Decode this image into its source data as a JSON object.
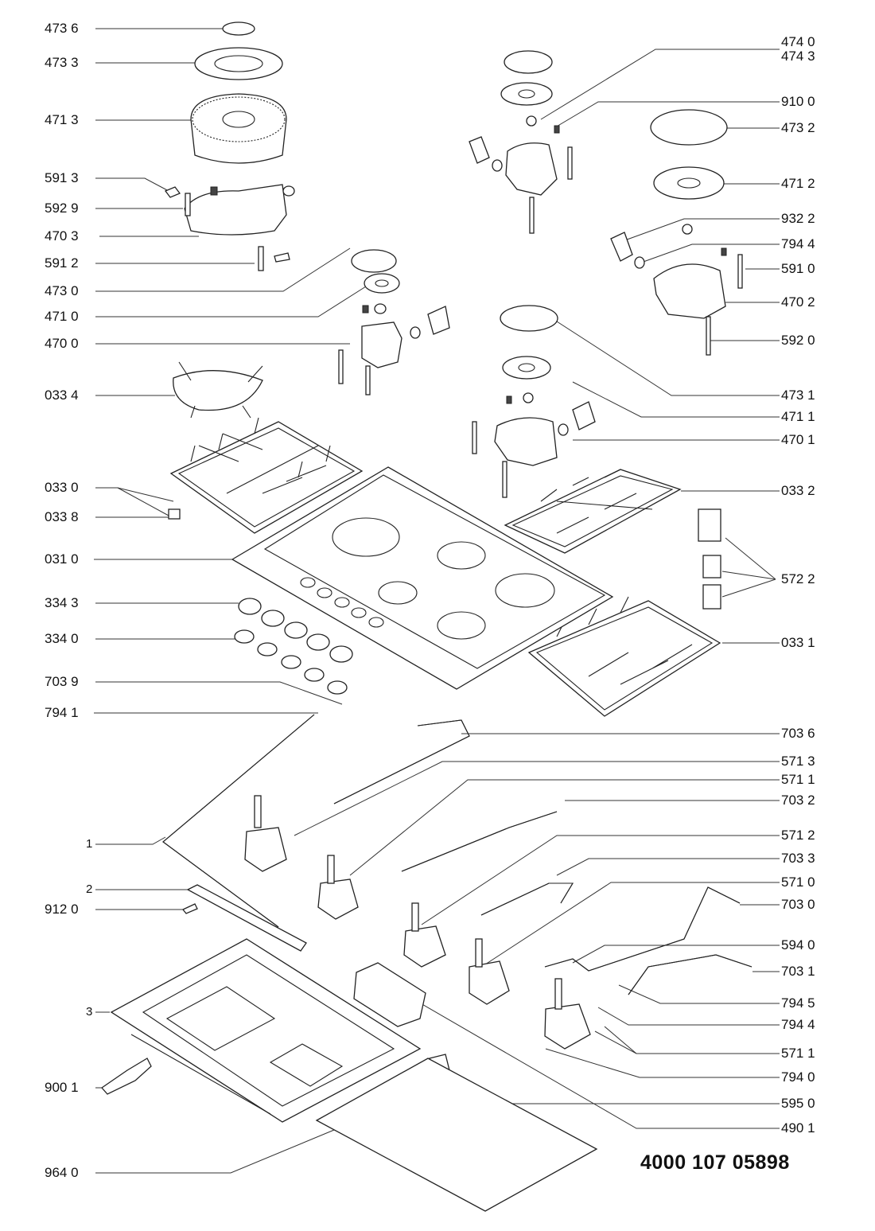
{
  "document": {
    "type": "exploded parts diagram",
    "subject": "gas hob",
    "document_number": "4000 107 05898"
  },
  "left_labels": [
    {
      "id": "473-6",
      "text": "473 6"
    },
    {
      "id": "473-3",
      "text": "473 3"
    },
    {
      "id": "471-3",
      "text": "471 3"
    },
    {
      "id": "591-3",
      "text": "591 3"
    },
    {
      "id": "592-9",
      "text": "592 9"
    },
    {
      "id": "470-3",
      "text": "470 3"
    },
    {
      "id": "591-2",
      "text": "591 2"
    },
    {
      "id": "473-0",
      "text": "473 0"
    },
    {
      "id": "471-0",
      "text": "471 0"
    },
    {
      "id": "470-0",
      "text": "470 0"
    },
    {
      "id": "033-4",
      "text": "033 4"
    },
    {
      "id": "033-0",
      "text": "033 0"
    },
    {
      "id": "033-8",
      "text": "033 8"
    },
    {
      "id": "031-0",
      "text": "031 0"
    },
    {
      "id": "334-3",
      "text": "334 3"
    },
    {
      "id": "334-0",
      "text": "334 0"
    },
    {
      "id": "703-9",
      "text": "703 9"
    },
    {
      "id": "794-1",
      "text": "794 1"
    },
    {
      "id": "1",
      "text": "1"
    },
    {
      "id": "2",
      "text": "2"
    },
    {
      "id": "912-0",
      "text": "912 0"
    },
    {
      "id": "3",
      "text": "3"
    },
    {
      "id": "900-1",
      "text": "900 1"
    },
    {
      "id": "964-0",
      "text": "964 0"
    }
  ],
  "right_labels": [
    {
      "id": "474-0",
      "text": "474 0"
    },
    {
      "id": "474-3",
      "text": "474 3"
    },
    {
      "id": "910-0",
      "text": "910 0"
    },
    {
      "id": "473-2",
      "text": "473 2"
    },
    {
      "id": "471-2",
      "text": "471 2"
    },
    {
      "id": "932-2",
      "text": "932 2"
    },
    {
      "id": "794-4a",
      "text": "794 4"
    },
    {
      "id": "591-0",
      "text": "591 0"
    },
    {
      "id": "470-2",
      "text": "470 2"
    },
    {
      "id": "592-0",
      "text": "592 0"
    },
    {
      "id": "473-1",
      "text": "473 1"
    },
    {
      "id": "471-1a",
      "text": "471 1"
    },
    {
      "id": "470-1",
      "text": "470 1"
    },
    {
      "id": "033-2",
      "text": "033 2"
    },
    {
      "id": "572-2",
      "text": "572 2"
    },
    {
      "id": "033-1",
      "text": "033 1"
    },
    {
      "id": "703-6",
      "text": "703 6"
    },
    {
      "id": "571-3",
      "text": "571 3"
    },
    {
      "id": "571-1a",
      "text": "571 1"
    },
    {
      "id": "703-2",
      "text": "703 2"
    },
    {
      "id": "571-2",
      "text": "571 2"
    },
    {
      "id": "703-3",
      "text": "703 3"
    },
    {
      "id": "571-0",
      "text": "571 0"
    },
    {
      "id": "703-0",
      "text": "703 0"
    },
    {
      "id": "594-0",
      "text": "594 0"
    },
    {
      "id": "703-1",
      "text": "703 1"
    },
    {
      "id": "794-5",
      "text": "794 5"
    },
    {
      "id": "794-4b",
      "text": "794 4"
    },
    {
      "id": "571-1b",
      "text": "571 1"
    },
    {
      "id": "794-0",
      "text": "794 0"
    },
    {
      "id": "595-0",
      "text": "595 0"
    },
    {
      "id": "490-1",
      "text": "490 1"
    }
  ]
}
